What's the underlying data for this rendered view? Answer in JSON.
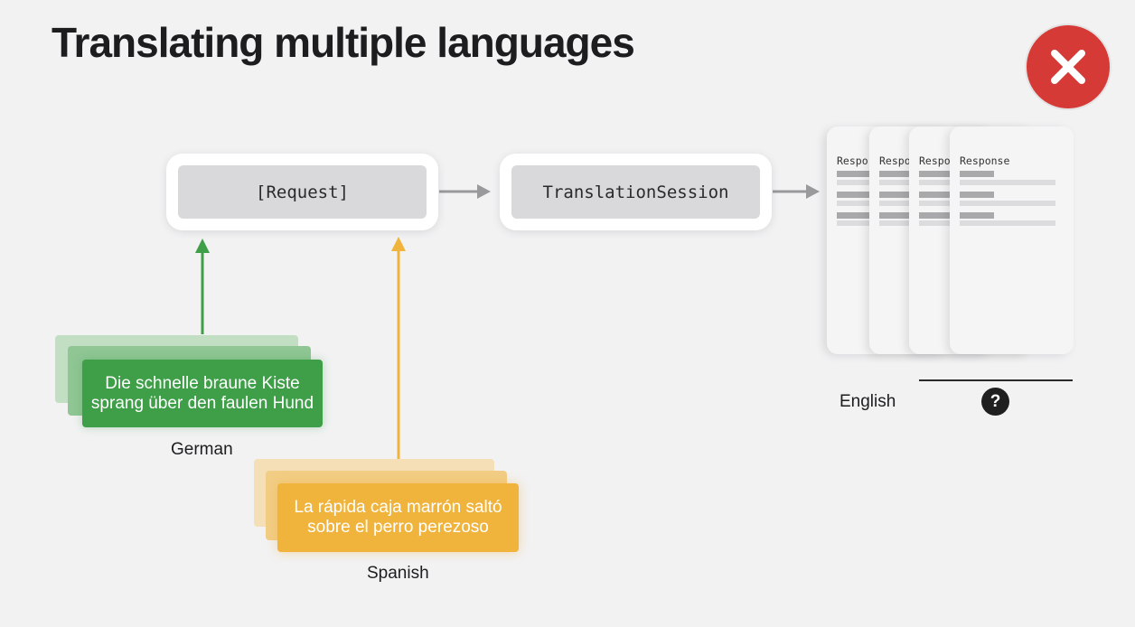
{
  "title": "Translating multiple languages",
  "diagram": {
    "request_label": "[Request]",
    "session_label": "TranslationSession",
    "german": {
      "text": "Die schnelle braune Kiste sprang über den faulen Hund",
      "language": "German",
      "color": "#3f9e48"
    },
    "spanish": {
      "text": "La rápida caja marrón saltó sobre el perro perezoso",
      "language": "Spanish",
      "color": "#f0b43d"
    },
    "responses": {
      "card_labels": [
        "Respor",
        "Respor",
        "Respor",
        "Response"
      ],
      "language": "English"
    }
  },
  "controls": {
    "close_icon": "close-icon",
    "help_icon": "question-mark-icon",
    "help_label": "?",
    "close_color": "#d63a36"
  }
}
